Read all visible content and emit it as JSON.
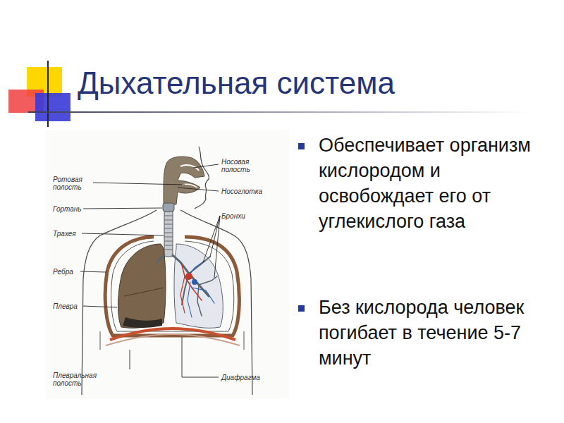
{
  "diagram": {
    "title": "Дыхательная система",
    "labels": [
      "Ротовая полость",
      "Гортань",
      "Трахея",
      "Ребра",
      "Плевра",
      "Плевральная полость",
      "Носовая полость",
      "Носоглотка",
      "Бронхи",
      "Диафрагма",
      "Обеспечивает организм кислородом и освобождает его от углекислого газа",
      "Без кислорода человек погибает в течение 5-7 минут"
    ]
  }
}
